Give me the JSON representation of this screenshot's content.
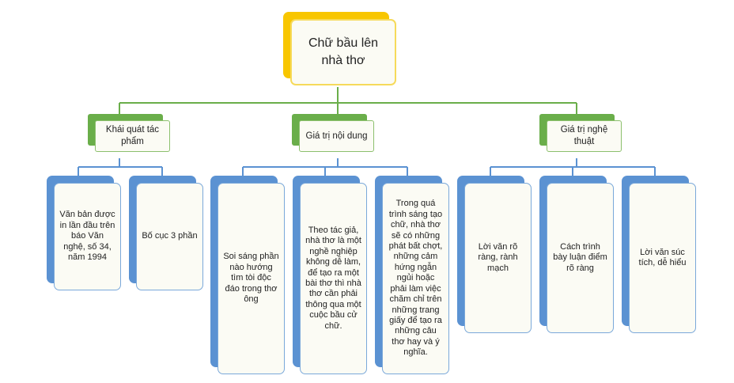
{
  "colors": {
    "root": "#f8c600",
    "branch": "#6aae4a",
    "leaf": "#5b92d2"
  },
  "root": {
    "label": "Chữ bầu lên nhà thơ"
  },
  "branches": [
    {
      "label": "Khái quát tác phẩm",
      "leaves": [
        "Văn bản được in lần đầu trên báo Văn nghệ, số 34, năm 1994",
        "Bố cục 3 phần"
      ]
    },
    {
      "label": "Giá trị nội dung",
      "leaves": [
        "Soi sáng phần nào hướng tìm tòi độc đáo trong thơ ông",
        "Theo tác giả, nhà thơ là một nghề nghiệp không dễ làm, để tạo ra một bài thơ thì nhà thơ cần phải thông qua một cuộc bầu cử chữ.",
        "Trong quá trình sáng tạo chữ, nhà thơ sẽ có những phát bất chợt, những cảm hứng ngẫn ngủi hoặc phải làm việc chăm chỉ trên những trang giấy để tạo ra những câu thơ hay và ý nghĩa."
      ]
    },
    {
      "label": "Giá trị nghệ thuật",
      "leaves": [
        "Lời văn rõ ràng, rành mạch",
        "Cách trình bày luận điểm rõ ràng",
        "Lời văn súc tích, dễ hiểu"
      ]
    }
  ]
}
